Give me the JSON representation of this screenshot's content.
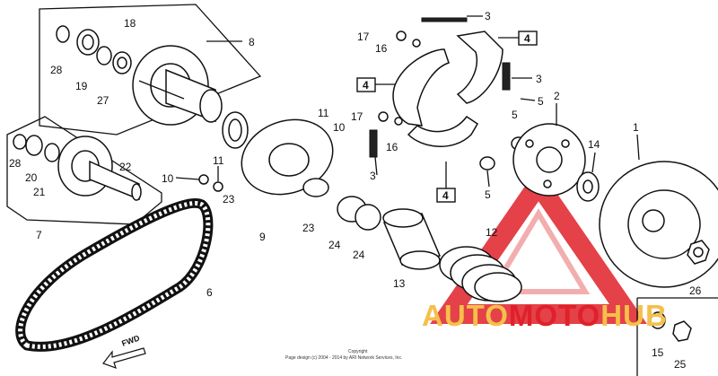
{
  "callouts": [
    "1",
    "2",
    "3",
    "3",
    "3",
    "4",
    "4",
    "4",
    "5",
    "5",
    "5",
    "6",
    "7",
    "8",
    "9",
    "10",
    "10",
    "11",
    "11",
    "12",
    "13",
    "14",
    "15",
    "16",
    "16",
    "17",
    "17",
    "18",
    "19",
    "20",
    "21",
    "22",
    "23",
    "23",
    "24",
    "24",
    "25",
    "26",
    "27",
    "28",
    "28"
  ],
  "labels": {
    "p1": "1",
    "p2": "2",
    "p3a": "3",
    "p3b": "3",
    "p3c": "3",
    "p4a": "4",
    "p4b": "4",
    "p4c": "4",
    "p5a": "5",
    "p5b": "5",
    "p5c": "5",
    "p6": "6",
    "p7": "7",
    "p8": "8",
    "p9": "9",
    "p10a": "10",
    "p10b": "10",
    "p11a": "11",
    "p11b": "11",
    "p12": "12",
    "p13": "13",
    "p14": "14",
    "p15": "15",
    "p16a": "16",
    "p16b": "16",
    "p17a": "17",
    "p17b": "17",
    "p18": "18",
    "p19": "19",
    "p20": "20",
    "p21": "21",
    "p22": "22",
    "p23a": "23",
    "p23b": "23",
    "p24a": "24",
    "p24b": "24",
    "p25": "25",
    "p26": "26",
    "p27": "27",
    "p28a": "28",
    "p28b": "28"
  },
  "direction_label": "FWD",
  "copyright_line1": "Copyright",
  "copyright_line2": "Page design (c) 2004 - 2014 by ARI Network Services, Inc.",
  "watermark": {
    "part1": "AUTO",
    "part2": "MOTO",
    "part3": "HUB"
  },
  "colors": {
    "watermark_yellow": "#f5c04a",
    "watermark_red": "#e0202a",
    "line": "#111111"
  }
}
